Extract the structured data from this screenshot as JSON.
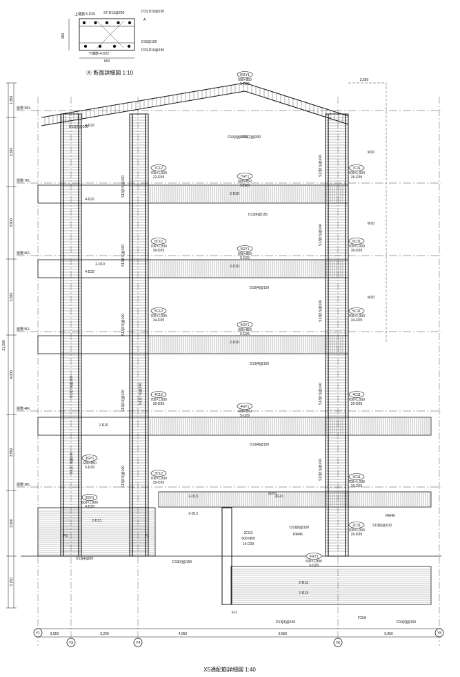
{
  "section_detail": {
    "title": "Ⓐ 断面詳細図 1:10",
    "labels": {
      "top_left": "上端筋 5-D29",
      "top_mid": "ST-D13@200",
      "top_right_1": "D13,D16@150",
      "top_right_2": "A",
      "bottom_left": "下端筋 4-D22",
      "bottom_right_1": "D16@150",
      "bottom_right_2": "D13,D16@150",
      "height": "360",
      "width": "600"
    }
  },
  "main": {
    "title": "X5通配筋詳細図 1:40",
    "axes": [
      {
        "id": "Y1"
      },
      {
        "id": "Y3"
      },
      {
        "id": "Y4"
      },
      {
        "id": "Y6"
      },
      {
        "id": "Y8"
      }
    ],
    "bottom_dims": [
      "9,550",
      "3,200",
      "4,050",
      "9,550",
      "9,950"
    ],
    "top_dim": "2,550",
    "left_total": "21,200",
    "left_dims": [
      "1,350",
      "3,550",
      "3,900",
      "3,550",
      "4,000",
      "3,550",
      "3,500",
      "3,150"
    ],
    "floor_labels": [
      "屋根 RFL",
      "屋階 7FL",
      "屋階 6FL",
      "屋階 5FL",
      "屋階 4FL",
      "屋階 3FL",
      "屋階 2FL"
    ],
    "beams": [
      {
        "name": "RGY1",
        "size": "600×850",
        "rebar": "5-D29"
      },
      {
        "name": "7GY1",
        "size": "600×850",
        "rebar": "5-D29"
      },
      {
        "name": "6GY1",
        "size": "600×850",
        "rebar": "5-D29"
      },
      {
        "name": "5GY1",
        "size": "600×850",
        "rebar": "5-D29"
      },
      {
        "name": "4GY1",
        "size": "600×850",
        "rebar": "5-D29"
      },
      {
        "name": "3GY1",
        "size": "600×850",
        "rebar": "5-D29"
      },
      {
        "name": "2GY1",
        "size": "600×1,800",
        "rebar": "4-D29"
      },
      {
        "name": "FGY1",
        "size": "600×1,800",
        "rebar": "5-D29"
      }
    ],
    "columns": [
      {
        "name": "7C12",
        "size": "700×1,000",
        "rebar": "22-D29"
      },
      {
        "name": "6C12",
        "size": "700×1,000",
        "rebar": "30-D29"
      },
      {
        "name": "5C12",
        "size": "700×1,000",
        "rebar": "34-D29"
      },
      {
        "name": "4C12",
        "size": "700×1,000",
        "rebar": "20-D29"
      },
      {
        "name": "3C12",
        "size": "700×1,000",
        "rebar": "20-D29"
      },
      {
        "name": "7C11",
        "size": "700×1,000",
        "rebar": "26-D29"
      },
      {
        "name": "6C11",
        "size": "700×1,000",
        "rebar": "30-D29"
      },
      {
        "name": "5C11",
        "size": "700×1,000",
        "rebar": "34-D29"
      },
      {
        "name": "4C11",
        "size": "700×1,000",
        "rebar": "20-D29"
      },
      {
        "name": "3C11",
        "size": "700×1,000",
        "rebar": "20-D29"
      },
      {
        "name": "2C11",
        "size": "700×1,000",
        "rebar": "20-D29"
      }
    ],
    "notes": {
      "slab": "D13[4]@150",
      "slab_top": "D13[2]@200",
      "hoop": "S13[8.5]@100",
      "hoop2": "S13[7.5]@100",
      "wall": "W20",
      "wall2": "RW45",
      "footing_1": "F3",
      "footing_2": "F11",
      "footing_3": "F22A",
      "misc_1": "4-D22",
      "misc_2": "2-D10",
      "misc_3": "2-D13",
      "beam_2gx": "2GX1",
      "beam_3gy": "3GY1",
      "col_2cg": "2CG2",
      "col_2cg_size": "600×800",
      "col_2cg_rebar": "14-D29",
      "extra_1": "D13[6]@100",
      "extra_2": "S13[6]@100",
      "extra_3": "D13[4]@85"
    }
  }
}
